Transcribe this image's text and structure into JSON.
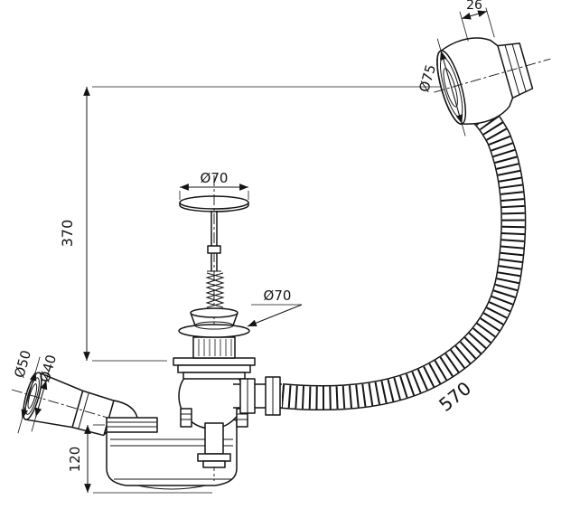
{
  "diagram": {
    "type": "technical-drawing",
    "dims": {
      "overflow_width": "26",
      "overflow_diameter": "Ø75",
      "vertical_height": "370",
      "plug_diameter": "Ø70",
      "flange_diameter": "Ø70",
      "inlet_outer_diameter": "Ø50",
      "inlet_inner_diameter": "Ø40",
      "hose_length": "570",
      "trap_height": "120"
    }
  }
}
